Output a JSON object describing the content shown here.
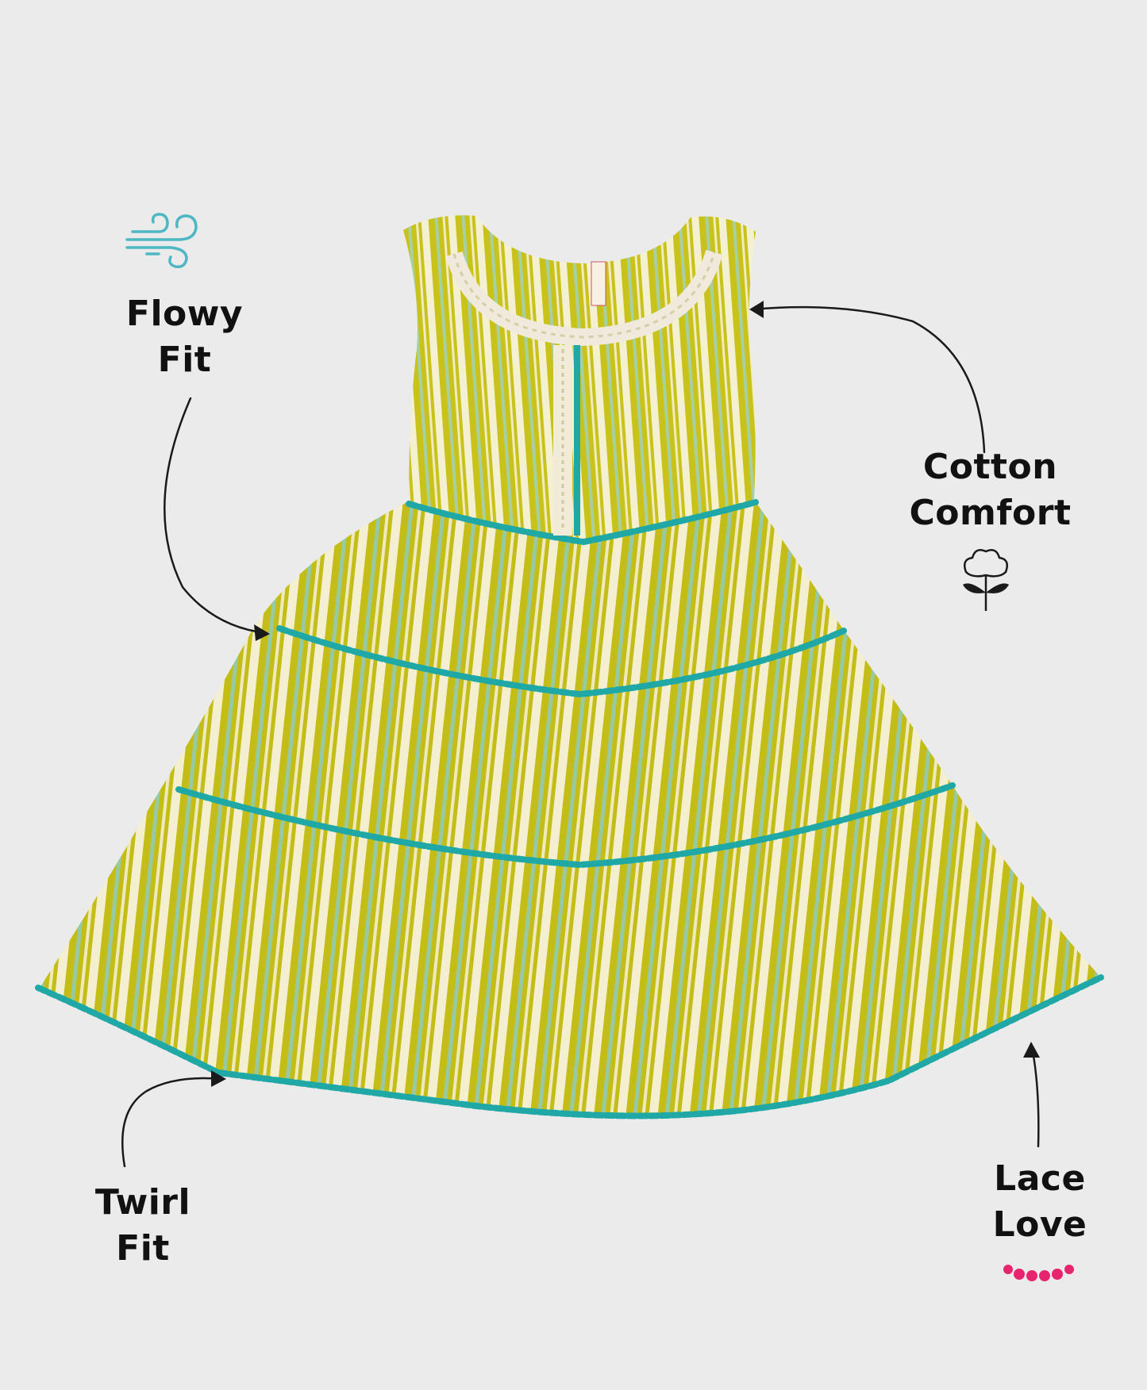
{
  "features": {
    "flowy": {
      "line1": "Flowy",
      "line2": "Fit",
      "icon": "wind-icon"
    },
    "cotton": {
      "line1": "Cotton",
      "line2": "Comfort",
      "icon": "cotton-flower-icon"
    },
    "twirl": {
      "line1": "Twirl",
      "line2": "Fit"
    },
    "lace": {
      "line1": "Lace",
      "line2": "Love",
      "icon": "lace-trim-icon"
    }
  },
  "colors": {
    "background": "#ebebeb",
    "dress_yellow": "#c9c21a",
    "dress_cream": "#f4f0d2",
    "trim_teal": "#1fa8a6",
    "wind_icon": "#4db8c4",
    "lace_icon": "#e8246e",
    "text": "#111111"
  }
}
